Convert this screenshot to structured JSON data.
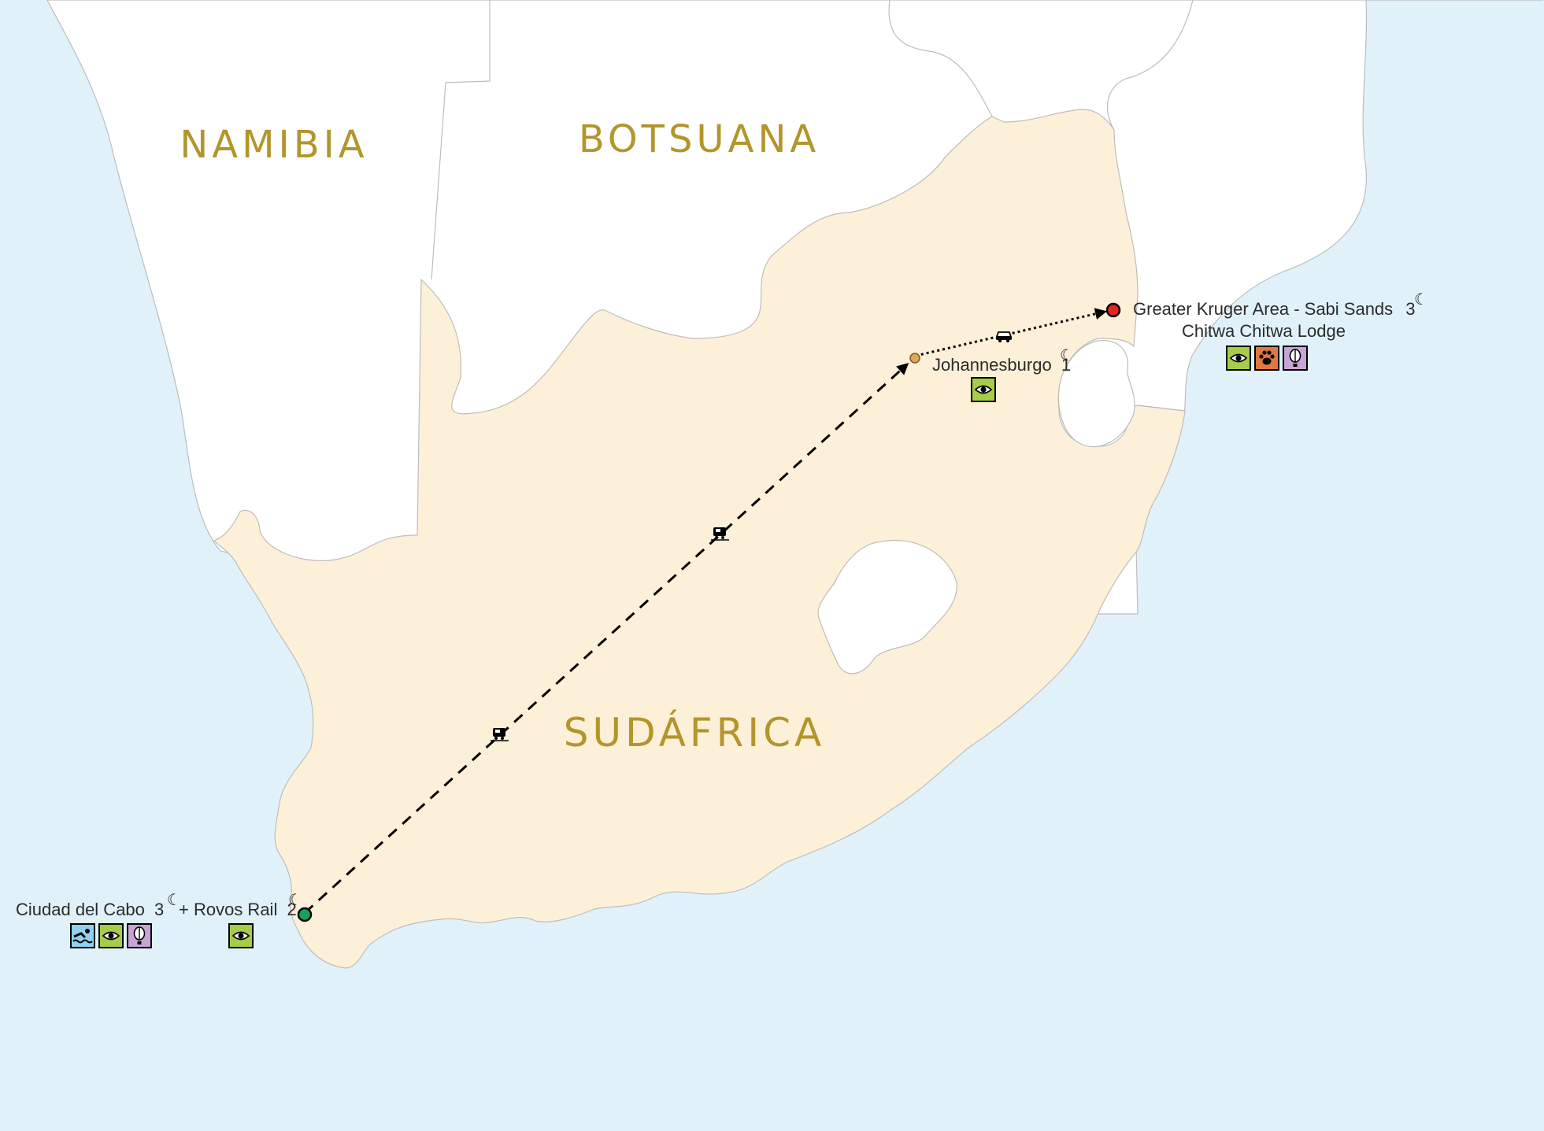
{
  "colors": {
    "sea": "#e1f1f9",
    "neighbour_land": "#ffffff",
    "south_africa": "#fdf0d8",
    "border": "#b9b9b9",
    "country_label": "#b3952a",
    "start_marker": "#1aa05a",
    "end_marker": "#e32526",
    "stop_marker": "#d7a75a",
    "icon_green": "#a6cc4a",
    "icon_blue": "#8fd1f0",
    "icon_orange": "#e07a3c",
    "icon_purple": "#c8a5d6"
  },
  "countries": {
    "namibia": "NAMIBIA",
    "botsuana": "BOTSUANA",
    "sudafrica": "SUDÁFRICA"
  },
  "stops": {
    "cape_town": {
      "name": "Ciudad del Cabo",
      "nights": "3",
      "night_icon": "crescent-moon-icon"
    },
    "rovos_rail": {
      "name": "+ Rovos Rail",
      "nights": "2",
      "night_icon": "crescent-moon-icon"
    },
    "johannesburg": {
      "name": "Johannesburgo",
      "nights": "1",
      "night_icon": "crescent-moon-icon"
    },
    "kruger": {
      "name": "Greater Kruger Area - Sabi Sands",
      "nights": "3",
      "lodge": "Chitwa Chitwa Lodge",
      "night_icon": "crescent-moon-icon"
    }
  },
  "route": [
    {
      "from": "Ciudad del Cabo",
      "to": "Johannesburgo",
      "mode": "train",
      "line": "dashed",
      "icon": "train-icon"
    },
    {
      "from": "Johannesburgo",
      "to": "Greater Kruger Area - Sabi Sands",
      "mode": "car",
      "line": "dotted",
      "icon": "car-icon"
    }
  ],
  "activity_icons": {
    "cape_town": [
      "swim-icon",
      "eye-icon",
      "balloon-icon"
    ],
    "rovos_rail": [
      "eye-icon"
    ],
    "johannesburg": [
      "eye-icon"
    ],
    "kruger": [
      "eye-icon",
      "paw-icon",
      "balloon-icon"
    ]
  }
}
